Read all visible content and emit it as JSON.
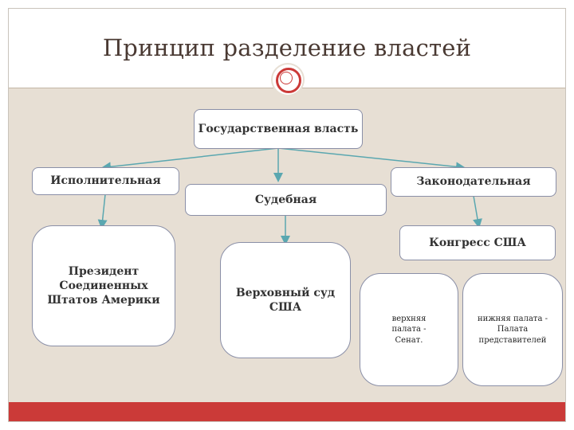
{
  "slide": {
    "title": "Принцип разделение властей"
  },
  "diagram": {
    "root": {
      "label": "Государственная власть"
    },
    "branches": {
      "executive": {
        "label": "Исполнительная"
      },
      "judicial": {
        "label": "Судебная"
      },
      "legislative": {
        "label": "Законодательная"
      }
    },
    "children": {
      "president": {
        "label": "Президент Соединенных Штатов Америки"
      },
      "supreme_court": {
        "label": "Верховный суд США"
      },
      "congress": {
        "label": "Конгресс США"
      },
      "upper_house": {
        "label": "верхняя палата - Сенат."
      },
      "lower_house": {
        "label": "нижняя палата - Палата представителей"
      }
    }
  },
  "colors": {
    "accent": "#cb3a38",
    "content_bg": "#e7dfd4",
    "connector": "#5aa7b0",
    "node_border": "#8a8fa7"
  }
}
